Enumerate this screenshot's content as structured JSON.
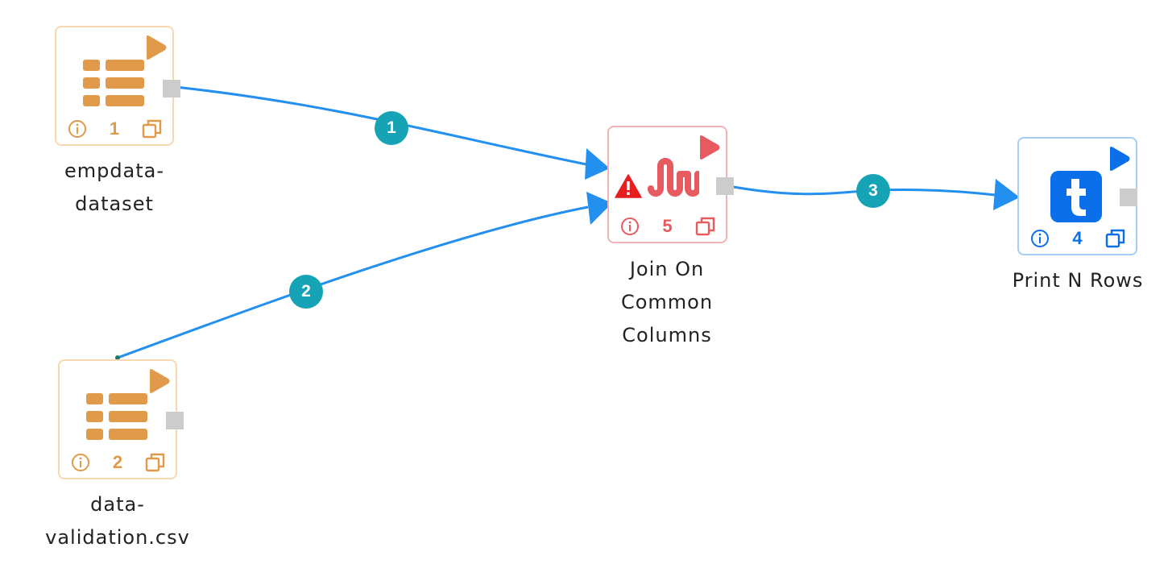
{
  "nodes": {
    "empdata": {
      "number": "1",
      "label": "empdata-\ndataset"
    },
    "validation": {
      "number": "2",
      "label": "data-\nvalidation.csv"
    },
    "join": {
      "number": "5",
      "label": "Join On\nCommon\nColumns"
    },
    "print": {
      "number": "4",
      "label": "Print N Rows"
    }
  },
  "edges": [
    {
      "label": "1"
    },
    {
      "label": "2"
    },
    {
      "label": "3"
    }
  ],
  "colors": {
    "edge": "#2390f0",
    "edge_badge": "#16a3b6",
    "source_node": "#e19a49",
    "join_node": "#e75a5f",
    "print_node": "#0a6fe8",
    "warning": "#e61e1e",
    "port": "#cccccc"
  }
}
